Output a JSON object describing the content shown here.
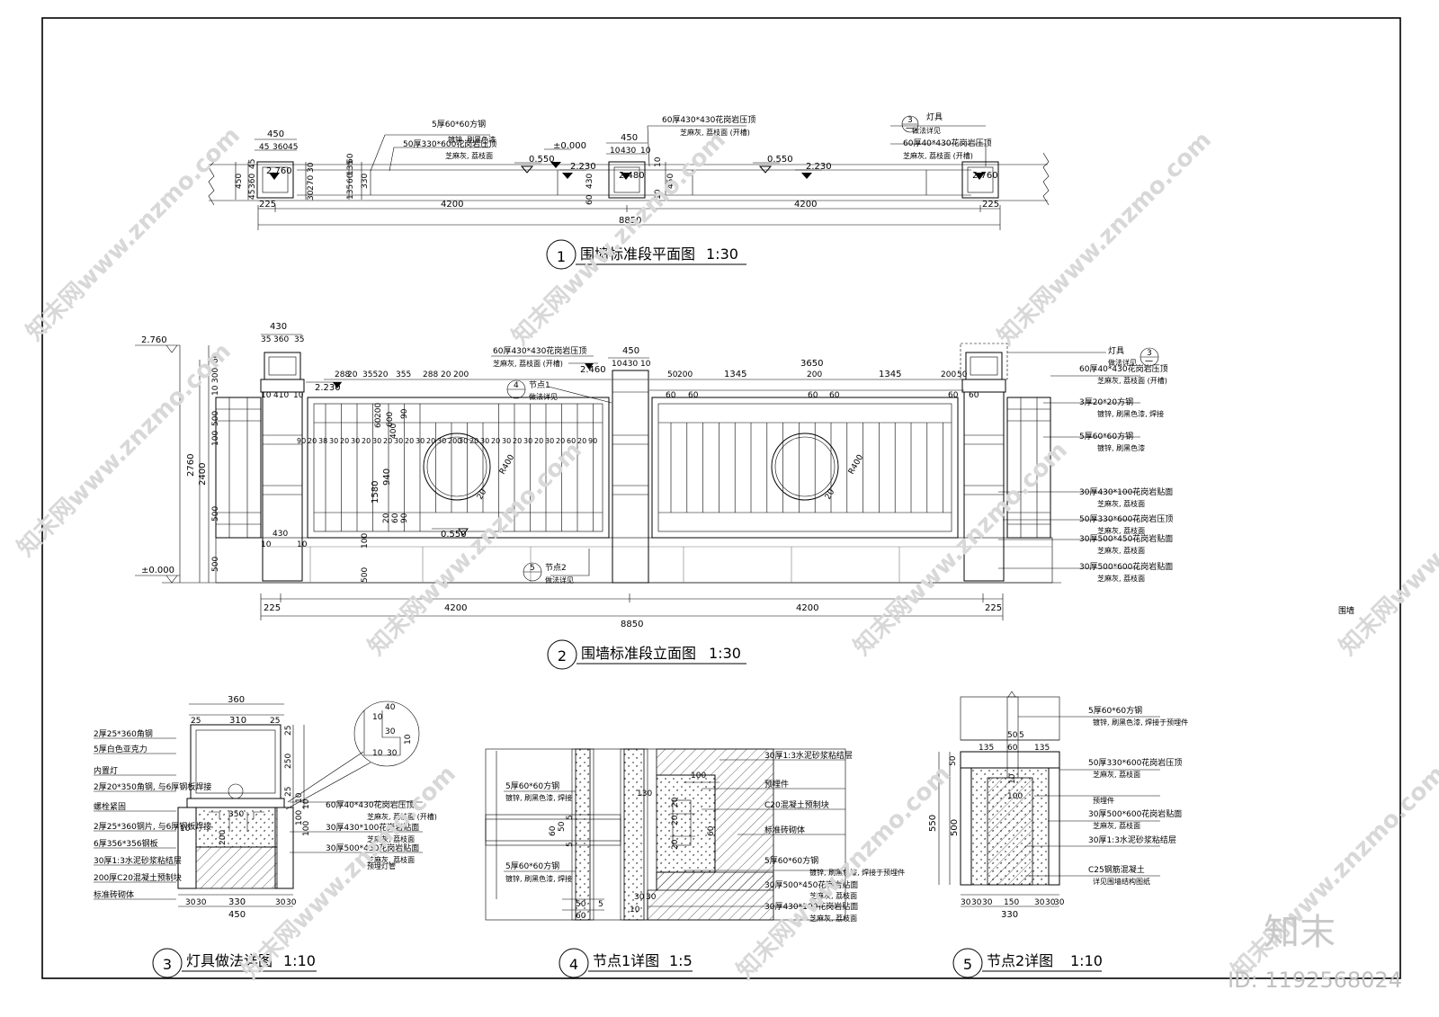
{
  "sheet": {
    "right_note": "围墙"
  },
  "plan": {
    "number": "1",
    "title": "围墙标准段平面图",
    "scale": "1:30",
    "dims_top": [
      "450",
      "45",
      "360",
      "45",
      "450",
      "10",
      "430",
      "10"
    ],
    "dims_side": [
      "450",
      "45",
      "360",
      "45",
      "270",
      "30",
      "30",
      "135",
      "60",
      "135",
      "60",
      "330",
      "60",
      "10",
      "430",
      "10",
      "450"
    ],
    "dims_bottom": [
      "225",
      "4200",
      "4200",
      "225"
    ],
    "total": "8850",
    "levels": [
      "2.760",
      "0.550",
      "±0.000",
      "2.230",
      "2.480",
      "0.550",
      "2.230",
      "2.760"
    ],
    "notes": [
      {
        "title": "5厚60*60方钢",
        "sub": "镀锌, 刷黑色漆"
      },
      {
        "title": "50厚330*600花岗岩压顶",
        "sub": "芝麻灰, 荔枝面"
      },
      {
        "title": "60厚430*430花岗岩压顶",
        "sub": "芝麻灰, 荔枝面 (开槽)"
      },
      {
        "title": "灯具",
        "sub": "做法详见"
      },
      {
        "title": "60厚40*430花岗岩压顶",
        "sub": "芝麻灰, 荔枝面 (开槽)"
      }
    ],
    "ref_light": {
      "num": "3",
      "sheet": "一"
    }
  },
  "elev": {
    "number": "2",
    "title": "围墙标准段立面图",
    "scale": "1:30",
    "levels": [
      "2.760",
      "±0.000",
      "2.230",
      "2.460",
      "0.550"
    ],
    "vdims_left": [
      "60",
      "300",
      "10",
      "500",
      "100",
      "500",
      "500"
    ],
    "vdims_total": [
      "2760",
      "2400"
    ],
    "top_dims_a": [
      "430",
      "35",
      "360",
      "35"
    ],
    "top_dims_b": [
      "10",
      "410",
      "10"
    ],
    "top_dims_c": [
      "450",
      "10",
      "430",
      "10"
    ],
    "row_dims": [
      "288",
      "20",
      "355",
      "20",
      "355",
      "288",
      "20",
      "200"
    ],
    "bar_dims": [
      "90",
      "20",
      "38",
      "30",
      "20",
      "30",
      "20",
      "30",
      "20",
      "30",
      "20",
      "30",
      "20",
      "30",
      "200",
      "30",
      "20",
      "30",
      "20",
      "30",
      "20",
      "30",
      "20",
      "30",
      "20",
      "60",
      "20",
      "90"
    ],
    "right_top": [
      "50",
      "200",
      "1345",
      "3650",
      "200",
      "1345",
      "200",
      "50"
    ],
    "right_60": [
      "60",
      "60",
      "60",
      "60",
      "60",
      "60"
    ],
    "inner": [
      "1580",
      "940",
      "600",
      "400",
      "200",
      "60",
      "90",
      "20",
      "60",
      "90",
      "430",
      "10",
      "10",
      "100",
      "500"
    ],
    "radius": "R400",
    "radius2": "20",
    "dims_bottom": [
      "225",
      "4200",
      "4200",
      "225"
    ],
    "total": "8850",
    "ref_node1": {
      "num": "4",
      "label": "节点1",
      "sub": "做法详见"
    },
    "ref_node2": {
      "num": "5",
      "label": "节点2",
      "sub": "做法详见"
    },
    "ref_light": {
      "num": "3",
      "sheet": "一",
      "label": "灯具",
      "sub": "做法详见"
    },
    "ref_light_top": {
      "title": "60厚430*430花岗岩压顶",
      "sub": "芝麻灰, 荔枝面 (开槽)"
    },
    "notes": [
      {
        "title": "60厚40*430花岗岩压顶",
        "sub": "芝麻灰, 荔枝面 (开槽)"
      },
      {
        "title": "3厚20*20方钢",
        "sub": "镀锌, 刷黑色漆, 焊接"
      },
      {
        "title": "5厚60*60方钢",
        "sub": "镀锌, 刷黑色漆"
      },
      {
        "title": "30厚430*100花岗岩贴面",
        "sub": "芝麻灰, 荔枝面"
      },
      {
        "title": "50厚330*600花岗岩压顶",
        "sub": "芝麻灰, 荔枝面"
      },
      {
        "title": "30厚500*450花岗岩贴面",
        "sub": "芝麻灰, 荔枝面"
      },
      {
        "title": "30厚500*600花岗岩贴面",
        "sub": "芝麻灰, 荔枝面"
      }
    ]
  },
  "detail3": {
    "number": "3",
    "title": "灯具做法详图",
    "scale": "1:10",
    "top_dims": [
      "360",
      "25",
      "310",
      "25"
    ],
    "bottom_dims": [
      "30",
      "30",
      "330",
      "30",
      "30"
    ],
    "bottom_total": "450",
    "side_dims": [
      "25",
      "250",
      "25",
      "10",
      "100",
      "10",
      "100"
    ],
    "inner_dims": [
      "350",
      "200",
      "10"
    ],
    "zoom_dims": [
      "40",
      "10",
      "30",
      "10",
      "30",
      "10"
    ],
    "notes_left": [
      "2厚25*360角钢",
      "5厚白色亚克力",
      "内置灯",
      "2厚20*350角钢, 与6厚钢板焊接",
      "螺栓紧固",
      "2厚25*360钢片, 与6厚钢板焊接",
      "6厚356*356钢板",
      "30厚1:3水泥砂浆粘结层",
      "200厚C20混凝土预制块",
      "标准砖砌体"
    ],
    "notes_right": [
      {
        "title": "60厚40*430花岗岩压顶",
        "sub": "芝麻灰, 荔枝面 (开槽)"
      },
      {
        "title": "30厚430*100花岗岩贴面",
        "sub": "芝麻灰, 荔枝面"
      },
      {
        "title": "30厚500*450花岗岩贴面",
        "sub": "芝麻灰, 荔枝面"
      },
      {
        "title": "",
        "sub": "预埋灯管"
      }
    ]
  },
  "detail4": {
    "number": "4",
    "title": "节点1详图",
    "scale": "1:5",
    "dims": [
      "100",
      "130",
      "20",
      "20",
      "20",
      "60",
      "60",
      "50",
      "5",
      "5",
      "50",
      "5",
      "60",
      "30",
      "30",
      "10"
    ],
    "notes_left": [
      {
        "title": "5厚60*60方钢",
        "sub": "镀锌, 刷黑色漆, 焊接"
      },
      {
        "title": "5厚60*60方钢",
        "sub": "镀锌, 刷黑色漆, 焊接"
      }
    ],
    "notes_right": [
      "30厚1:3水泥砂浆粘结层",
      "预埋件",
      "C20混凝土预制块",
      "标准砖砌体",
      "5厚60*60方钢",
      "镀锌, 刷黑色漆, 焊接于预埋件",
      "30厚500*450花岗岩贴面",
      "芝麻灰, 荔枝面",
      "30厚430*100花岗岩贴面",
      "芝麻灰, 荔枝面"
    ]
  },
  "detail5": {
    "number": "5",
    "title": "节点2详图",
    "scale": "1:10",
    "dims_top": [
      "50",
      "5",
      "135",
      "60",
      "135"
    ],
    "dims_side": [
      "50",
      "550",
      "500",
      "100",
      "10"
    ],
    "dims_bottom": [
      "30",
      "30",
      "30",
      "150",
      "30",
      "30",
      "30"
    ],
    "bottom_total": "330",
    "notes": [
      {
        "title": "5厚60*60方钢",
        "sub": "镀锌, 刷黑色漆, 焊接于预埋件"
      },
      {
        "title": "50厚330*600花岗岩压顶",
        "sub": "芝麻灰, 荔枝面"
      },
      {
        "title": "",
        "sub": "预埋件"
      },
      {
        "title": "30厚500*600花岗岩贴面",
        "sub": "芝麻灰, 荔枝面"
      },
      {
        "title": "30厚1:3水泥砂浆粘结层",
        "sub": ""
      },
      {
        "title": "C25钢筋混凝土",
        "sub": "详见围墙结构图纸"
      }
    ]
  },
  "watermark": {
    "text": "知末网www.znzmo.com",
    "brand": "知末",
    "id": "ID: 1192568024"
  }
}
